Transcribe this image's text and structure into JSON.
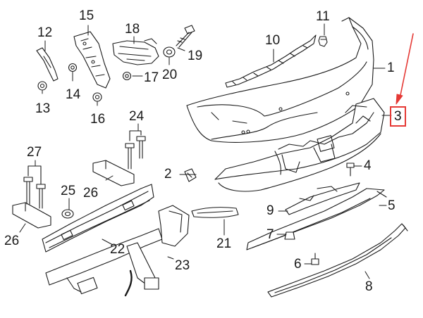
{
  "diagram": {
    "colors": {
      "line": "#1a1a1a",
      "fill": "#ffffff",
      "highlight": "#e53935"
    },
    "callouts": [
      {
        "id": "c1",
        "label": "1"
      },
      {
        "id": "c2",
        "label": "2"
      },
      {
        "id": "c3",
        "label": "3",
        "highlighted": true
      },
      {
        "id": "c4",
        "label": "4"
      },
      {
        "id": "c5",
        "label": "5"
      },
      {
        "id": "c6",
        "label": "6"
      },
      {
        "id": "c7",
        "label": "7"
      },
      {
        "id": "c8",
        "label": "8"
      },
      {
        "id": "c9",
        "label": "9"
      },
      {
        "id": "c10",
        "label": "10"
      },
      {
        "id": "c11",
        "label": "11"
      },
      {
        "id": "c12",
        "label": "12"
      },
      {
        "id": "c13",
        "label": "13"
      },
      {
        "id": "c14",
        "label": "14"
      },
      {
        "id": "c15",
        "label": "15"
      },
      {
        "id": "c16",
        "label": "16"
      },
      {
        "id": "c17",
        "label": "17"
      },
      {
        "id": "c18",
        "label": "18"
      },
      {
        "id": "c19",
        "label": "19"
      },
      {
        "id": "c20",
        "label": "20"
      },
      {
        "id": "c21",
        "label": "21"
      },
      {
        "id": "c22",
        "label": "22"
      },
      {
        "id": "c23",
        "label": "23"
      },
      {
        "id": "c24",
        "label": "24"
      },
      {
        "id": "c25",
        "label": "25"
      },
      {
        "id": "c26a",
        "label": "26"
      },
      {
        "id": "c26b",
        "label": "26"
      },
      {
        "id": "c27",
        "label": "27"
      }
    ]
  }
}
